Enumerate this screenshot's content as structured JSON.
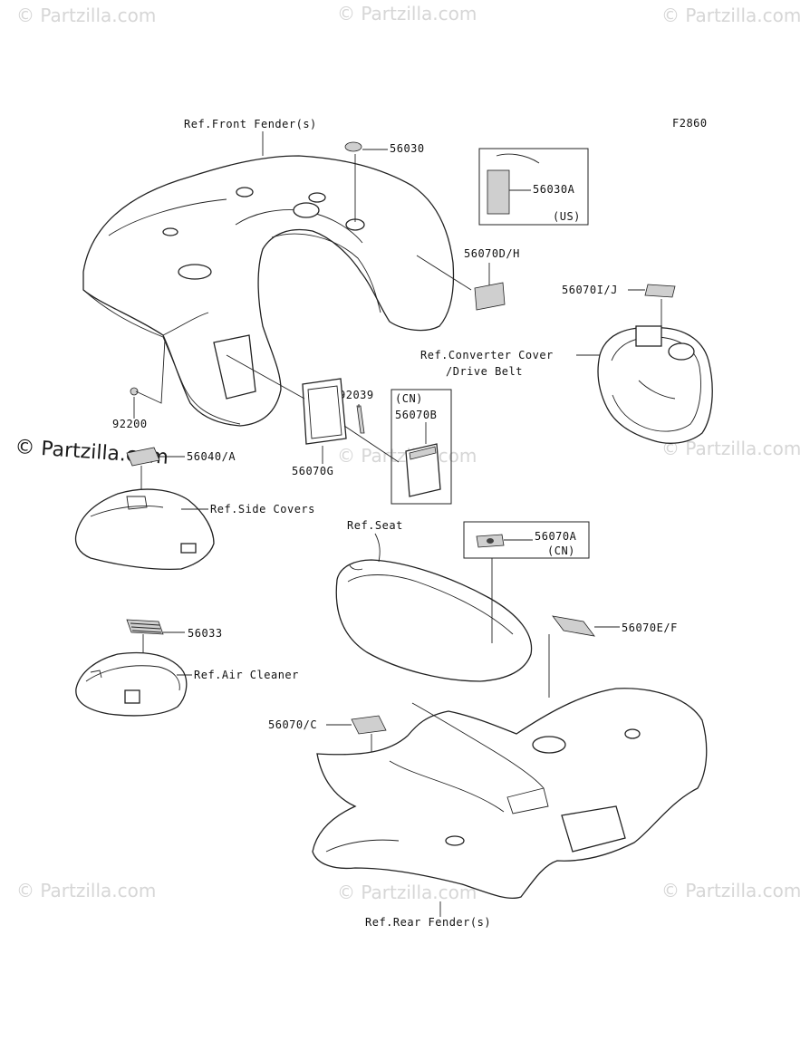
{
  "diagram_code": "F2860",
  "watermarks": {
    "faint": "© Partzilla.com",
    "main": "© Partzilla.com"
  },
  "labels": {
    "front_fender": "Ref.Front Fender(s)",
    "p56030": "56030",
    "p56030A": "56030A",
    "us": "(US)",
    "p56070DH": "56070D/H",
    "p56070IJ": "56070I/J",
    "converter_cover_1": "Ref.Converter Cover",
    "converter_cover_2": "/Drive Belt",
    "p92039": "92039",
    "cn1": "(CN)",
    "p56070B": "56070B",
    "p92200": "92200",
    "p56040A": "56040/A",
    "p56070G": "56070G",
    "side_covers": "Ref.Side Covers",
    "seat": "Ref.Seat",
    "p56070A": "56070A",
    "cn2": "(CN)",
    "p56033": "56033",
    "air_cleaner": "Ref.Air Cleaner",
    "p56070EF": "56070E/F",
    "p56070C": "56070/C",
    "rear_fender": "Ref.Rear Fender(s)"
  }
}
